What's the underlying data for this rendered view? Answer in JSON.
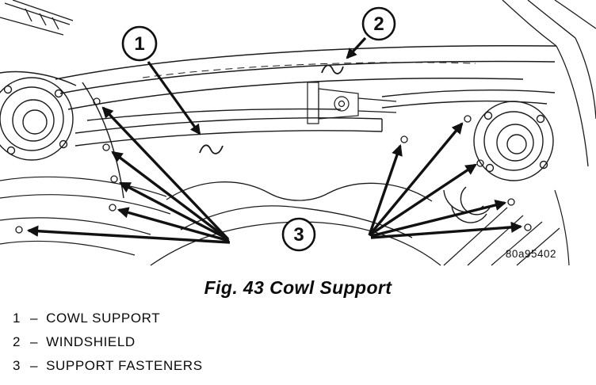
{
  "figure": {
    "caption": "Fig. 43 Cowl Support",
    "drawing_ref": "80a95402",
    "callouts": [
      {
        "number": "1",
        "refers_to": "COWL SUPPORT"
      },
      {
        "number": "2",
        "refers_to": "WINDSHIELD"
      },
      {
        "number": "3",
        "refers_to": "SUPPORT FASTENERS"
      }
    ],
    "legend": [
      {
        "number": "1",
        "separator": "–",
        "label": "COWL SUPPORT"
      },
      {
        "number": "2",
        "separator": "–",
        "label": "WINDSHIELD"
      },
      {
        "number": "3",
        "separator": "–",
        "label": "SUPPORT FASTENERS"
      }
    ],
    "colors": {
      "ink": "#1b1b1b",
      "background": "#ffffff"
    }
  }
}
